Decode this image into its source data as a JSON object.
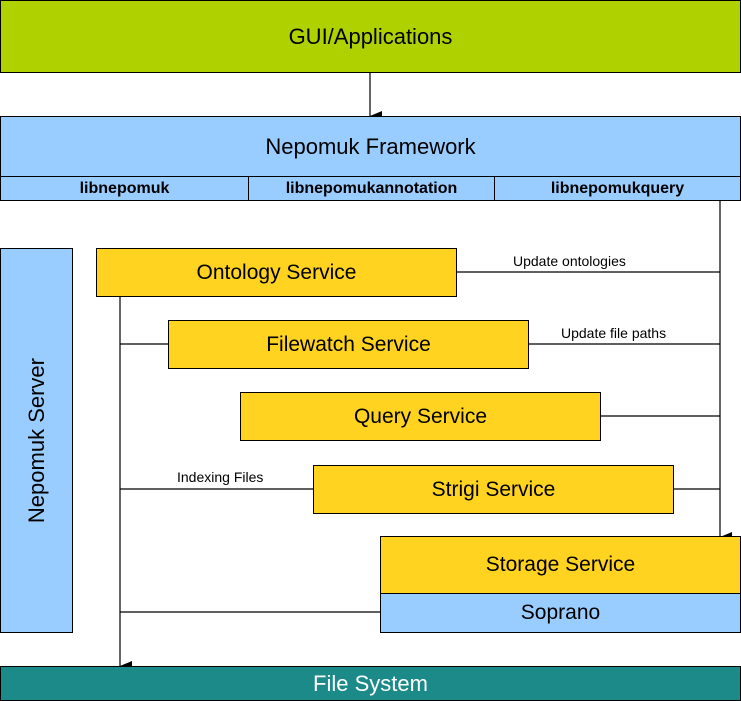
{
  "top": {
    "label": "GUI/Applications"
  },
  "framework": {
    "title": "Nepomuk Framework",
    "libs": [
      "libnepomuk",
      "libnepomukannotation",
      "libnepomukquery"
    ]
  },
  "server": {
    "label": "Nepomuk Server"
  },
  "services": {
    "ontology": "Ontology Service",
    "filewatch": "Filewatch Service",
    "query": "Query Service",
    "strigi": "Strigi Service",
    "storage": "Storage Service",
    "soprano": "Soprano"
  },
  "edge_labels": {
    "update_ontologies": "Update ontologies",
    "update_file_paths": "Update file paths",
    "indexing_files": "Indexing Files"
  },
  "bottom": {
    "label": "File System"
  },
  "colors": {
    "applications": "#b0d100",
    "framework": "#99ccff",
    "service": "#ffd320",
    "filesystem": "#1b8a89"
  }
}
